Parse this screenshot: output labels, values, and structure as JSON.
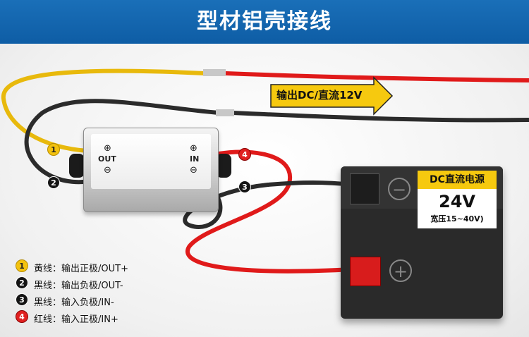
{
  "header": {
    "title": "型材铝壳接线"
  },
  "module": {
    "out_label": "OUT",
    "in_label": "IN",
    "plus_symbol": "⊕",
    "minus_symbol": "⊖"
  },
  "output_arrow": {
    "text": "输出DC/直流12V"
  },
  "battery": {
    "title": "DC直流电源",
    "voltage": "24V",
    "range": "宽压15~40V)",
    "neg_symbol": "−",
    "pos_symbol": "+"
  },
  "badges": {
    "b1": "1",
    "b2": "2",
    "b3": "3",
    "b4": "4"
  },
  "legend": [
    {
      "num": "1",
      "text": "黄线：输出正极/OUT+"
    },
    {
      "num": "2",
      "text": "黑线：输出负极/OUT-"
    },
    {
      "num": "3",
      "text": "黑线：输入负极/IN-"
    },
    {
      "num": "4",
      "text": "红线：输入正极/IN+"
    }
  ],
  "colors": {
    "header": "#0e5da5",
    "yellow_wire": "#f3c20f",
    "red_wire": "#e01a1a",
    "black_wire": "#2b2b2b",
    "arrow": "#f6c90f"
  }
}
